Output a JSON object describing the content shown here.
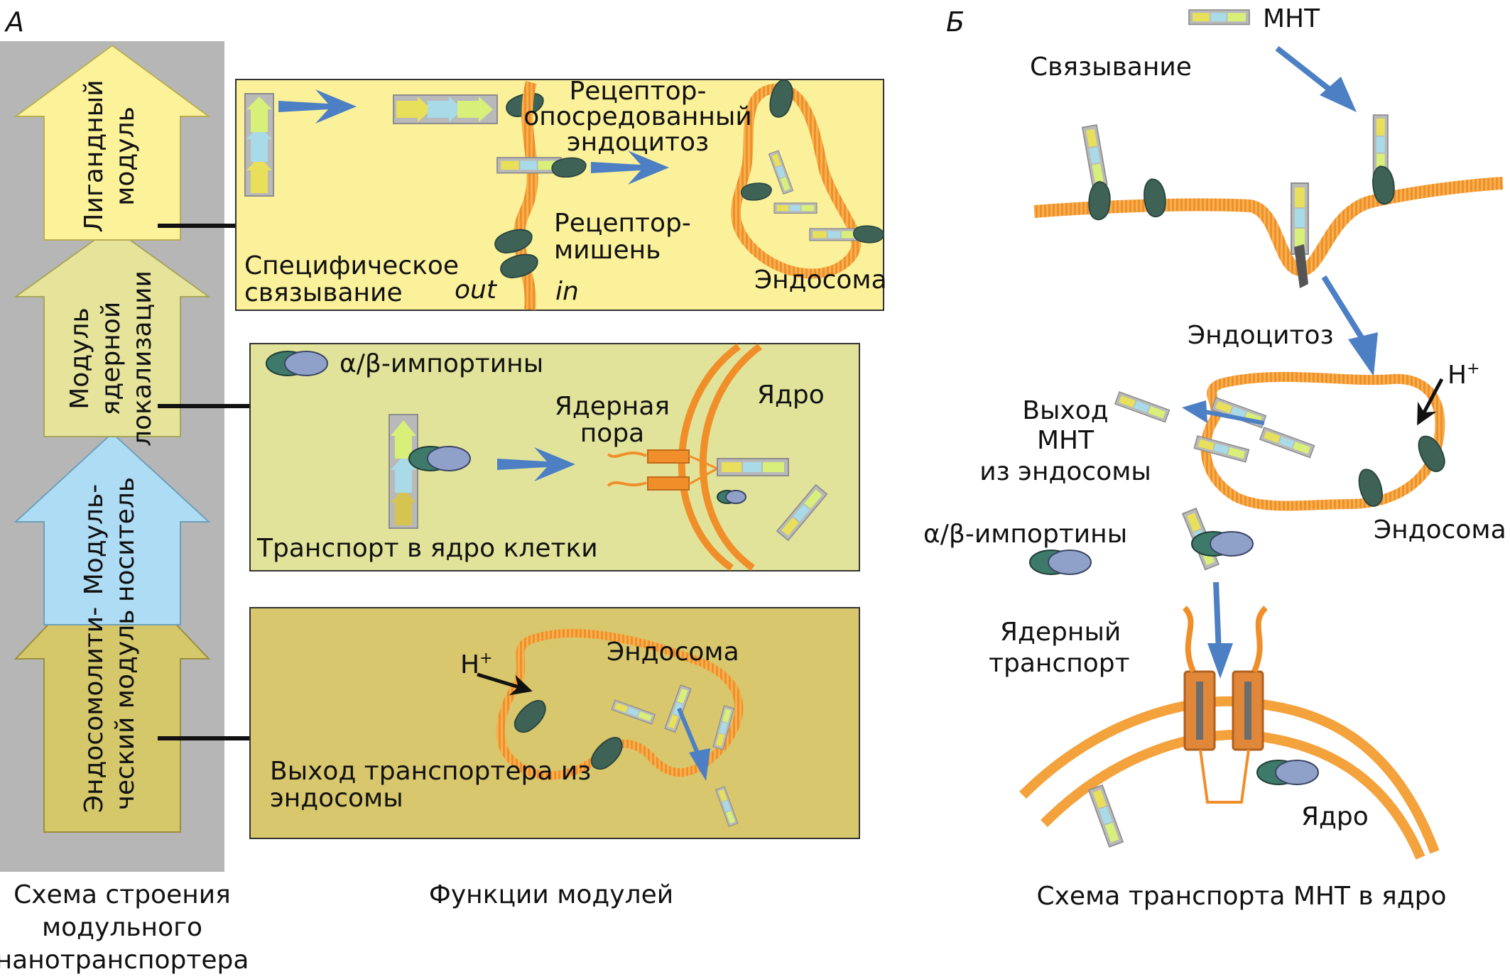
{
  "panel_a": {
    "letter": "А",
    "modules": {
      "ligand": [
        "Лигандный",
        "модуль"
      ],
      "nls": [
        "Модуль",
        "ядерной",
        "локализации"
      ],
      "carrier": [
        "Модуль-",
        "носитель"
      ],
      "endosomolytic": [
        "Эндосомолити-",
        "ческий модуль"
      ]
    },
    "box1": {
      "specific_binding": [
        "Специфическое",
        "связывание"
      ],
      "out": "out",
      "in": "in",
      "rme": [
        "Рецептор-",
        "опосредованный",
        "эндоцитоз"
      ],
      "receptor_target": [
        "Рецептор-",
        "мишень"
      ],
      "endosome": "Эндосома"
    },
    "box2": {
      "importins": "α/β-импортины",
      "nuclear_pore": [
        "Ядерная",
        "пора"
      ],
      "nucleus": "Ядро",
      "transport": "Транспорт в ядро клетки"
    },
    "box3": {
      "hplus_base": "H",
      "hplus_sup": "+",
      "endosome": "Эндосома",
      "exit": [
        "Выход транспортера из",
        "эндосомы"
      ]
    },
    "caption_left": [
      "Схема строения",
      "модульного",
      "нанотранспортера"
    ],
    "caption_mid": "Функции модулей"
  },
  "panel_b": {
    "letter": "Б",
    "mnt": "МНТ",
    "binding": "Связывание",
    "endocytosis": "Эндоцитоз",
    "hplus_base": "H",
    "hplus_sup": "+",
    "exit": [
      "Выход",
      "МНТ",
      "из эндосомы"
    ],
    "endosome": "Эндосома",
    "importins": "α/β-импортины",
    "nuclear_transport": [
      "Ядерный",
      "транспорт"
    ],
    "nucleus": "Ядро",
    "caption": "Схема транспорта МНТ в ядро"
  },
  "colors": {
    "frame_gray": "#b6b6b7",
    "ligand_yellow": "#fbf29a",
    "nls_olive": "#e6e49b",
    "carrier_blue": "#aedcf5",
    "endo_module": "#d5c86a",
    "box1_fill": "#fbf19a",
    "box2_fill": "#e2e39a",
    "box3_fill": "#d8c76c",
    "membrane": "#f4a23c",
    "blue_arrow": "#4c7fc4",
    "receptor": "#3f6257"
  }
}
